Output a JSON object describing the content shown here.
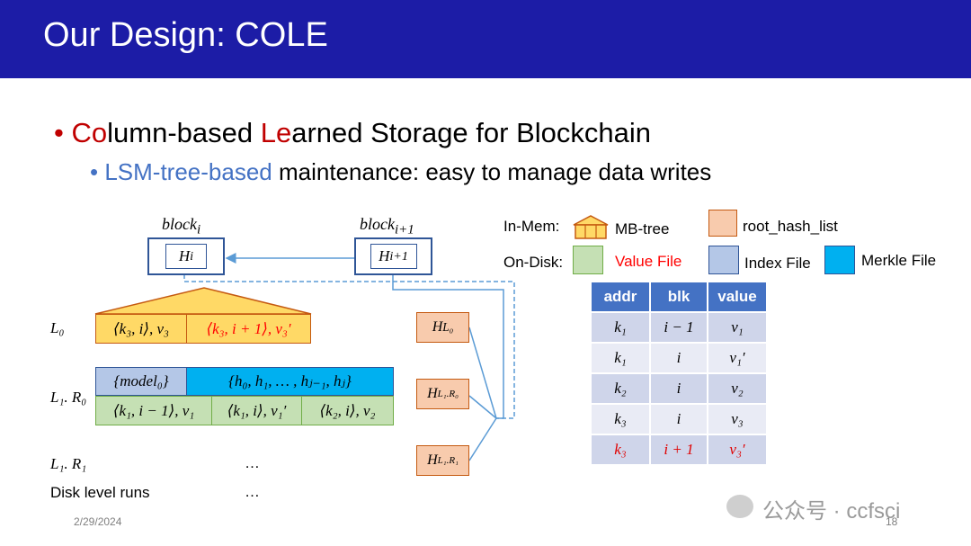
{
  "slide": {
    "title": "Our Design: COLE",
    "date": "2/29/2024",
    "page_number": "18",
    "watermark": "公众号 · ccfsci"
  },
  "bullets": {
    "main": {
      "p1": "Co",
      "p2": "lumn-based ",
      "p3": "Le",
      "p4": "arned Storage for Blockchain"
    },
    "sub": {
      "p1": "LSM-tree-based",
      "p2": " maintenance: easy to manage data writes"
    }
  },
  "blocks": {
    "block_i": {
      "label": "block",
      "sub": "i",
      "hash": "H",
      "hash_sub": "i"
    },
    "block_i1": {
      "label": "block",
      "sub": "i+1",
      "hash": "H",
      "hash_sub": "i+1"
    }
  },
  "legend": {
    "in_mem": "In-Mem:",
    "mb_tree": "MB-tree",
    "root_hash_list": "root_hash_list",
    "on_disk": "On-Disk:",
    "value_file": "Value File",
    "index_file": "Index File",
    "merkle_file": "Merkle File"
  },
  "levels": {
    "l0": "L₀",
    "l1r0": "L₁. R₀",
    "l1r1": "L₁. R₁",
    "disk_runs": "Disk level runs",
    "ellipsis": "…"
  },
  "cells": {
    "l0_a": "⟨k₃, i⟩, v₃",
    "l0_b": "⟨k₃, i + 1⟩, v₃′",
    "model": "{model₀}",
    "hashes": "{h₀, h₁, … , hⱼ₋₁, hⱼ}",
    "v_a": "⟨k₁, i − 1⟩, v₁",
    "v_b": "⟨k₁, i⟩, v₁′",
    "v_c": "⟨k₂, i⟩, v₂"
  },
  "root_hashes": {
    "h_l0": {
      "base": "H",
      "sub": "L₀"
    },
    "h_l1r0": {
      "base": "H",
      "sub": "L₁.R₀"
    },
    "h_l1r1": {
      "base": "H",
      "sub": "L₁.R₁"
    }
  },
  "table": {
    "headers": [
      "addr",
      "blk",
      "value"
    ],
    "rows": [
      [
        "k₁",
        "i − 1",
        "v₁"
      ],
      [
        "k₁",
        "i",
        "v₁′"
      ],
      [
        "k₂",
        "i",
        "v₂"
      ],
      [
        "k₃",
        "i",
        "v₃"
      ],
      [
        "k₃",
        "i + 1",
        "v₃′"
      ]
    ]
  },
  "colors": {
    "header_bg": "#1c1ca6",
    "accent_red": "#c00000",
    "accent_blue": "#4472c4",
    "mbtree_fill": "#ffd966",
    "root_hash_fill": "#f8cbad",
    "value_file_fill": "#c5e0b4",
    "index_file_fill": "#b4c7e7",
    "merkle_file_fill": "#00b0f0"
  }
}
